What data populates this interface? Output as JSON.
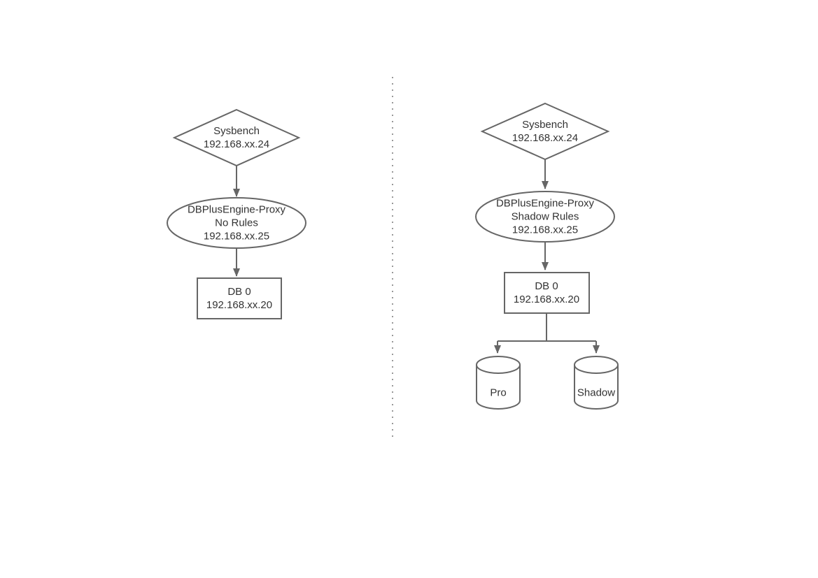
{
  "nodes": {
    "left_sysbench": {
      "shape": "diamond",
      "lines": [
        "Sysbench",
        "192.168.xx.24"
      ]
    },
    "left_proxy": {
      "shape": "ellipse",
      "lines": [
        "DBPlusEngine-Proxy",
        "No Rules",
        "192.168.xx.25"
      ]
    },
    "left_db": {
      "shape": "rectangle",
      "lines": [
        "DB 0",
        "192.168.xx.20"
      ]
    },
    "right_sysbench": {
      "shape": "diamond",
      "lines": [
        "Sysbench",
        "192.168.xx.24"
      ]
    },
    "right_proxy": {
      "shape": "ellipse",
      "lines": [
        "DBPlusEngine-Proxy",
        "Shadow Rules",
        "192.168.xx.25"
      ]
    },
    "right_db": {
      "shape": "rectangle",
      "lines": [
        "DB 0",
        "192.168.xx.20"
      ]
    },
    "pro_db": {
      "shape": "cylinder",
      "label": "Pro"
    },
    "shadow_db": {
      "shape": "cylinder",
      "label": "Shadow"
    }
  },
  "colors": {
    "stroke": "#666666",
    "text": "#333333",
    "divider": "#999999",
    "background": "#ffffff"
  }
}
